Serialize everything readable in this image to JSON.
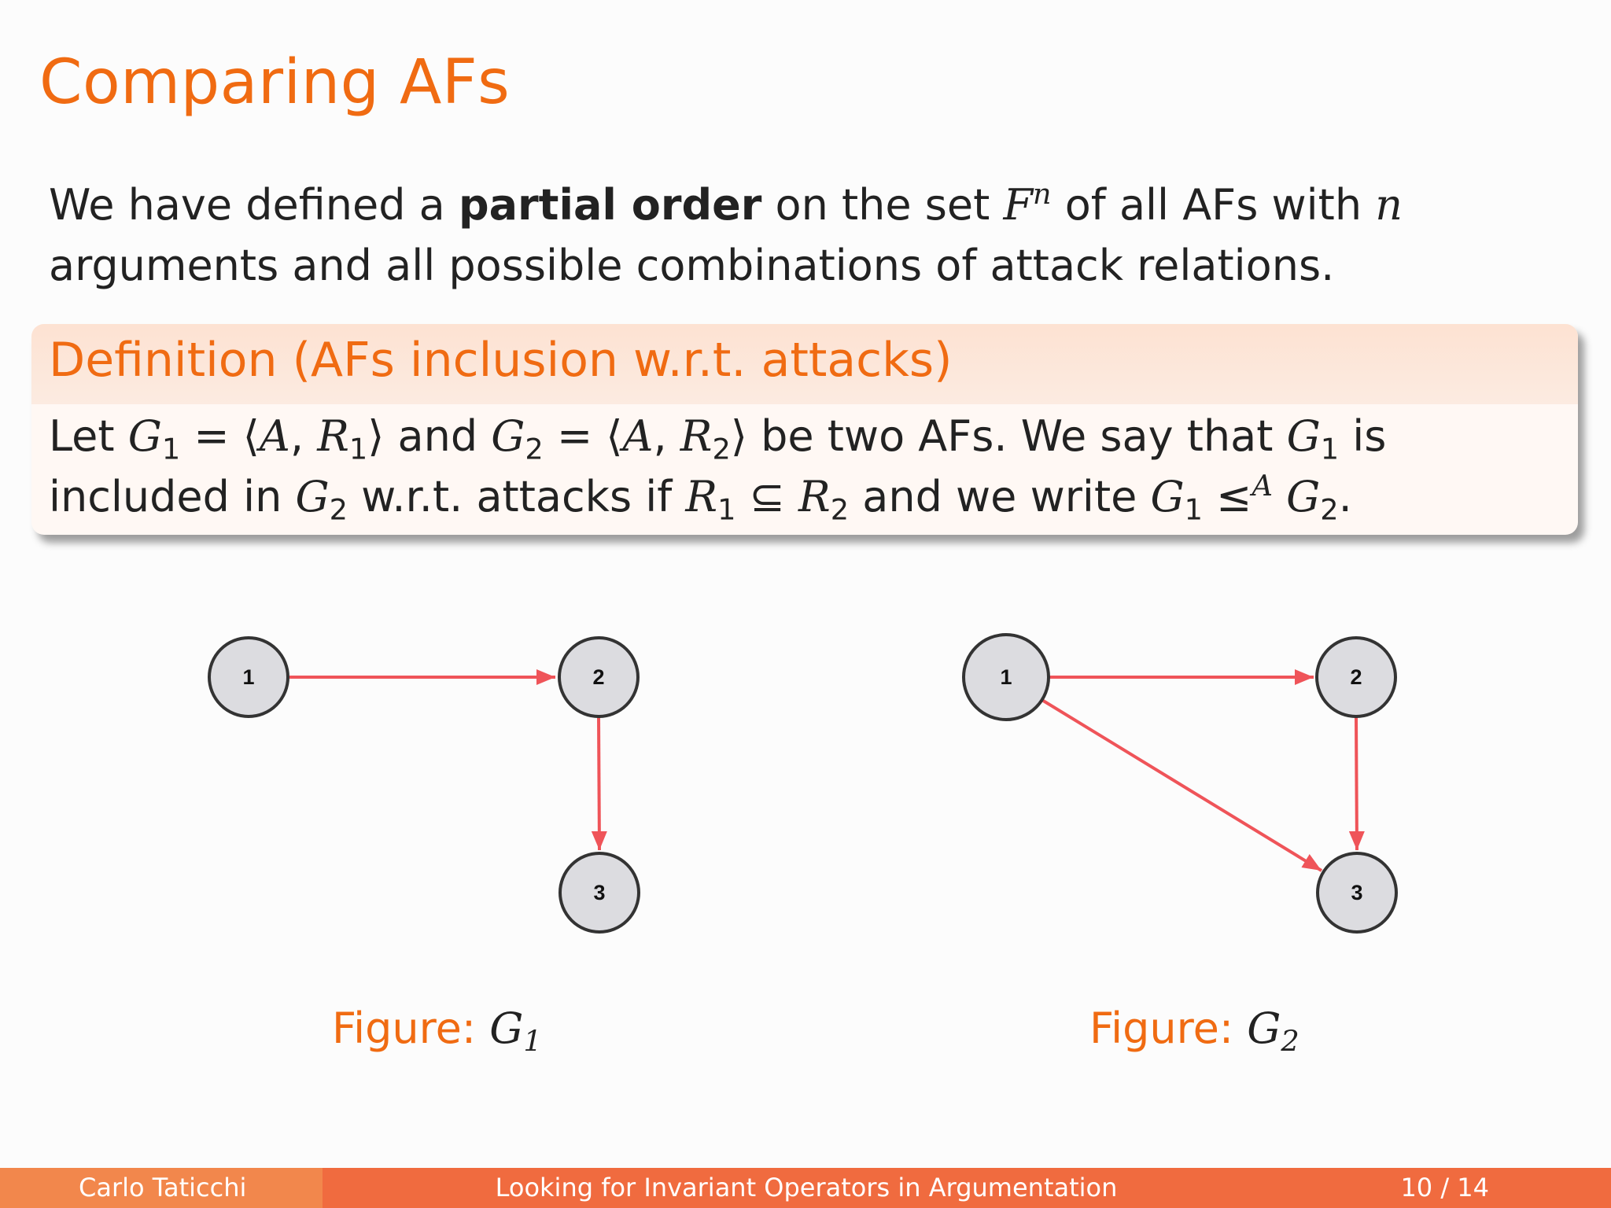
{
  "slide": {
    "title": "Comparing AFs"
  },
  "intro": {
    "part1": "We have defined a ",
    "bold": "partial order",
    "part2": " on the set ",
    "set_symbol": "F",
    "set_sup": "n",
    "part3": " of all AFs with ",
    "n_var": "n",
    "part4": "arguments and all possible combinations of attack relations."
  },
  "definition": {
    "title": "Definition (AFs inclusion w.r.t. attacks)",
    "line1": {
      "t1": "Let ",
      "g": "G",
      "sub1": "1",
      "eq1": " = ⟨",
      "a1": "A",
      "comma1": ", ",
      "r": "R",
      "rsub1": "1",
      "close1": "⟩",
      "t2": " and ",
      "g2": "G",
      "sub2": "2",
      "eq2": " = ⟨",
      "a2": "A",
      "comma2": ", ",
      "r2": "R",
      "rsub2": "2",
      "close2": "⟩",
      "t3": " be two AFs. We say that ",
      "g3": "G",
      "sub3": "1",
      "t4": " is"
    },
    "line2": {
      "t1": "included in ",
      "g": "G",
      "sub1": "2",
      "t2": " w.r.t. attacks if ",
      "r1": "R",
      "rsub1": "1",
      "subset": " ⊆ ",
      "r2": "R",
      "rsub2": "2",
      "t3": " and we write ",
      "g1": "G",
      "gsub1": "1",
      "leq": " ≤",
      "leq_sup": "A",
      "g2": " G",
      "gsub2": "2",
      "end": "."
    }
  },
  "graphs": [
    {
      "nodes": [
        {
          "label": "1"
        },
        {
          "label": "2"
        },
        {
          "label": "3"
        }
      ],
      "caption": {
        "label": "Figure: ",
        "var": "G",
        "sub": "1"
      }
    },
    {
      "nodes": [
        {
          "label": "1"
        },
        {
          "label": "2"
        },
        {
          "label": "3"
        }
      ],
      "caption": {
        "label": "Figure: ",
        "var": "G",
        "sub": "2"
      }
    }
  ],
  "colors": {
    "accent": "#f06b12",
    "edge": "#ef5459",
    "node_fill": "#dcdce0",
    "footer_left": "#f2874c",
    "footer_main": "#f06b3f"
  },
  "footer": {
    "author": "Carlo Taticchi",
    "talk_title": "Looking for Invariant Operators in Argumentation",
    "page": "10 / 14"
  }
}
